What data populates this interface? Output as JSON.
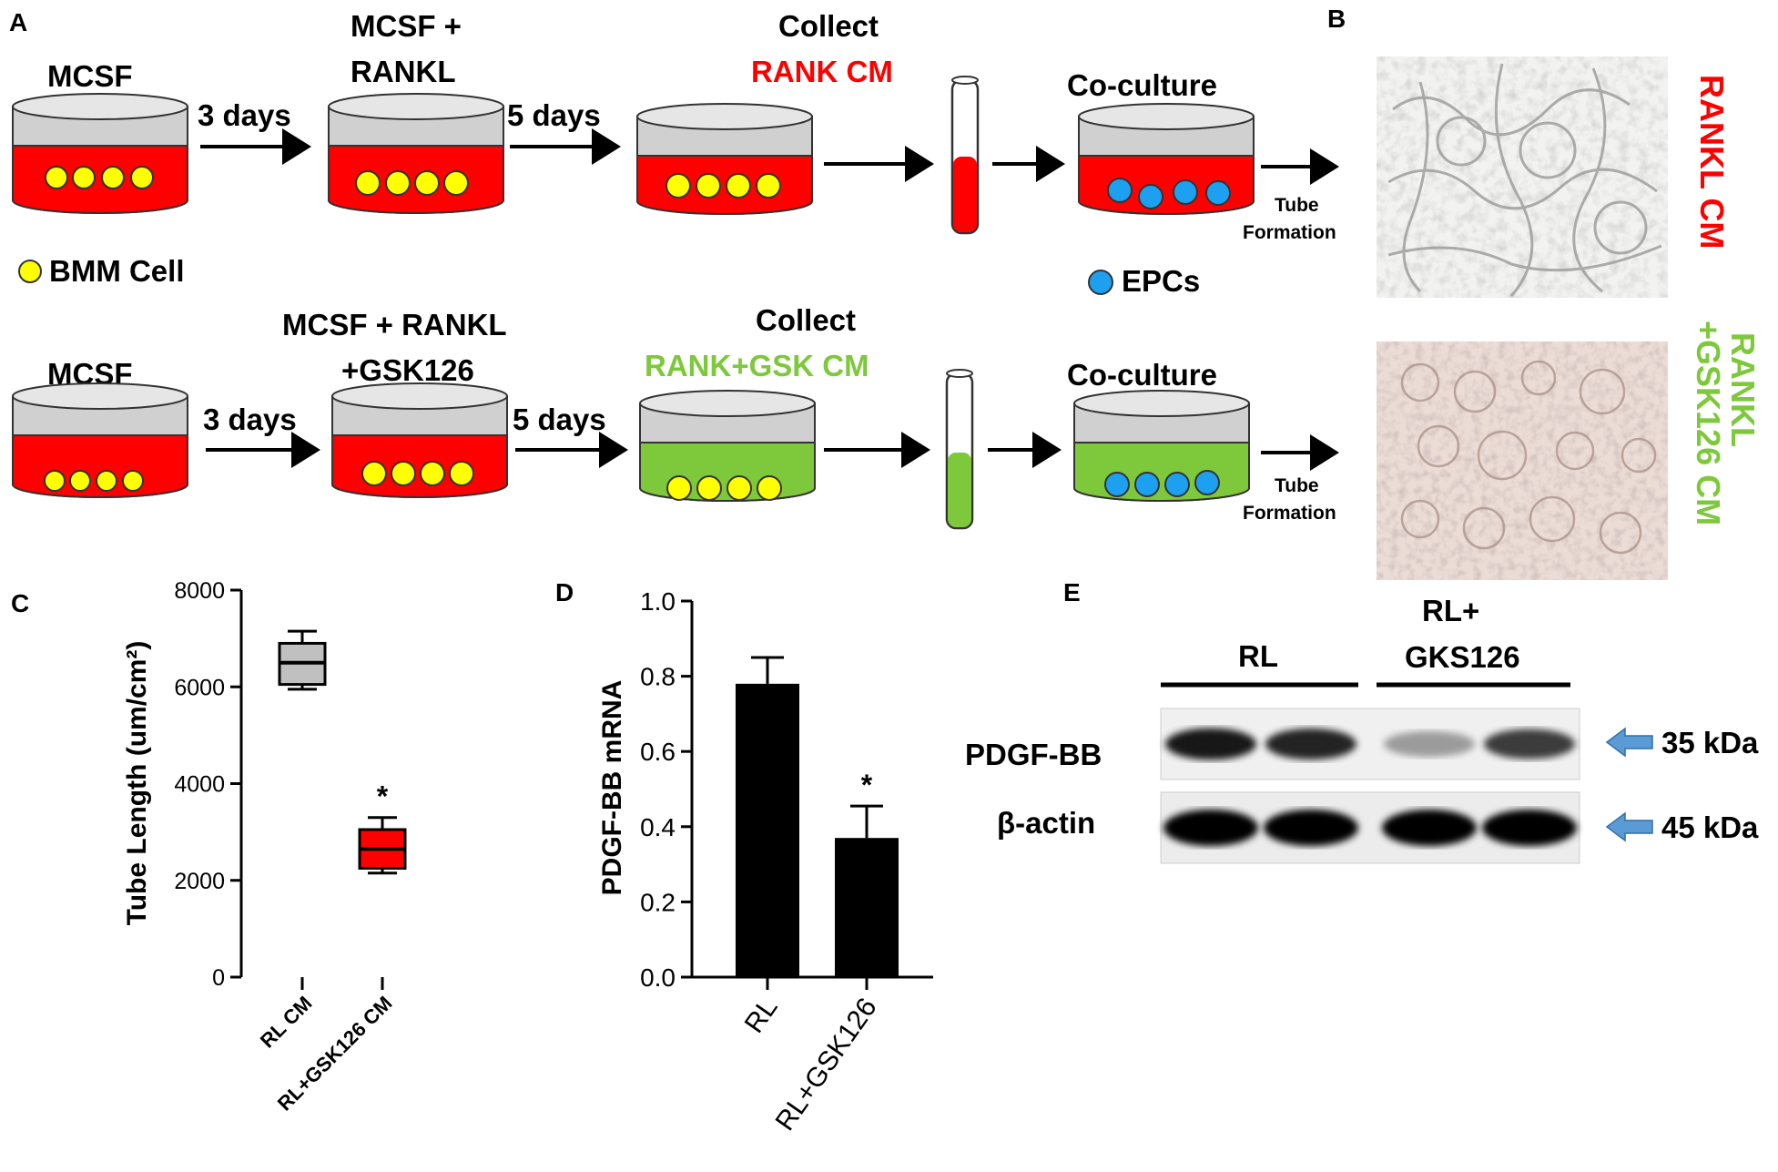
{
  "panel_labels": {
    "a": "A",
    "b": "B",
    "c": "C",
    "d": "D",
    "e": "E"
  },
  "colors": {
    "red": "#ff0000",
    "green": "#7ec83c",
    "yellow": "#ffff00",
    "blue": "#1ea0f0",
    "gray_box": "#c0c0c0",
    "arrow_blue": "#5b9bd5"
  },
  "schematic": {
    "top": {
      "step1": "MCSF",
      "step2_line1": "MCSF +",
      "step2_line2": "RANKL",
      "arrow1": "3 days",
      "arrow2": "5 days",
      "collect_line1": "Collect",
      "collect_line2": "RANK CM",
      "coculture": "Co-culture",
      "tube_line1": "Tube",
      "tube_line2": "Formation"
    },
    "legend_bmm": "BMM Cell",
    "legend_epc": "EPCs",
    "bottom": {
      "step1": "MCSF",
      "step2_line1": "MCSF + RANKL",
      "step2_line2": "+GSK126",
      "arrow1": "3 days",
      "arrow2": "5 days",
      "collect_line1": "Collect",
      "collect_line2": "RANK+GSK CM",
      "coculture": "Co-culture",
      "tube_line1": "Tube",
      "tube_line2": "Formation"
    }
  },
  "micrographs": {
    "top_label": "RANKL CM",
    "bottom_label_line1": "RANKL",
    "bottom_label_line2": "+GSK126 CM"
  },
  "chart_data": [
    {
      "panel": "C",
      "type": "box",
      "ylabel": "Tube Length (um/cm²)",
      "ylim": [
        0,
        8000
      ],
      "yticks": [
        0,
        2000,
        4000,
        6000,
        8000
      ],
      "categories": [
        "RL CM",
        "RL+GSK126 CM"
      ],
      "boxes": [
        {
          "min": 5950,
          "q1": 6050,
          "median": 6500,
          "q3": 6900,
          "max": 7150,
          "color": "#c0c0c0"
        },
        {
          "min": 2150,
          "q1": 2250,
          "median": 2650,
          "q3": 3050,
          "max": 3300,
          "color": "#ff0000"
        }
      ],
      "annotations": [
        "",
        "*"
      ]
    },
    {
      "panel": "D",
      "type": "bar",
      "ylabel": "PDGF-BB mRNA",
      "ylim": [
        0,
        1.0
      ],
      "yticks": [
        "0.0",
        "0.2",
        "0.4",
        "0.6",
        "0.8",
        "1.0"
      ],
      "categories": [
        "RL",
        "RL+GSK126"
      ],
      "values": [
        0.78,
        0.37
      ],
      "errors": [
        0.07,
        0.085
      ],
      "annotations": [
        "",
        "*"
      ]
    }
  ],
  "western_blot": {
    "group1": "RL",
    "group2_line1": "RL+",
    "group2_line2": "GKS126",
    "row1_label": "PDGF-BB",
    "row2_label": "β-actin",
    "row1_size": "35 kDa",
    "row2_size": "45 kDa",
    "row1_intensities": [
      0.9,
      0.85,
      0.35,
      0.75
    ],
    "row2_intensities": [
      1.0,
      1.0,
      1.0,
      1.0
    ]
  }
}
